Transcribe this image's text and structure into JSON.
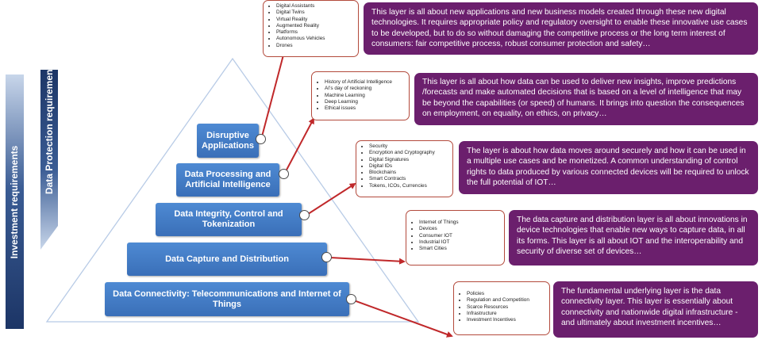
{
  "axes": {
    "investment": "Investment requirements",
    "data_protection": "Data Protection requirements"
  },
  "layers": [
    {
      "label": "Disruptive Applications",
      "items": [
        "Digital Assistants",
        "Digital Twins",
        "Virtual Reality",
        "Augmented Reality",
        "Platforms",
        "Autonomous Vehicles",
        "Drones"
      ],
      "description": "This layer is all about new applications and new business models created through these new digital technologies. It requires appropriate policy and regulatory oversight to enable these innovative use cases to be developed, but to do so without damaging the competitive process or the long term interest of consumers: fair competitive process, robust consumer protection and safety…"
    },
    {
      "label": "Data Processing and Artificial Intelligence",
      "items": [
        "History of Artificial Intelligence",
        "AI’s day of reckoning",
        "Machine Learning",
        "Deep Learning",
        "Ethical issues"
      ],
      "description": "This layer is all about how data can be used to deliver new insights, improve predictions /forecasts and make automated decisions that is based on a level of intelligence that may be beyond the capabilities (or speed) of humans. It brings into question the consequences on employment, on equality, on ethics, on privacy…"
    },
    {
      "label": "Data Integrity, Control and Tokenization",
      "items": [
        "Security",
        "Encryption and Cryptography",
        "Digital Signatures",
        "Digital IDs",
        "Blockchains",
        "Smart Contracts",
        "Tokens, ICOs, Currencies"
      ],
      "description": "The layer is about how data moves around securely and how it can be used in a multiple use cases and be monetized. A common understanding of control rights to data produced by various connected devices will be required to unlock the full potential of IOT…"
    },
    {
      "label": "Data Capture and Distribution",
      "items": [
        "Internet of Things",
        "Devices",
        "Consumer IOT",
        "Industrial IOT",
        "Smart Cities"
      ],
      "description": "The data capture and distribution layer is all about innovations in device technologies that enable new ways to capture data, in all its forms. This layer is all about IOT and the interoperability and security of diverse set of devices…"
    },
    {
      "label": "Data Connectivity: Telecommunications and Internet of Things",
      "items": [
        "Policies",
        "Regulation and Competition",
        "Scarce Resources",
        "Infrastructure",
        "Investment Incentives"
      ],
      "description": "The fundamental underlying layer is the data connectivity layer. This layer is essentially about connectivity and nationwide digital infrastructure - and ultimately about investment incentives…"
    }
  ],
  "colors": {
    "layer_blue": "#3f78c2",
    "description_purple": "#6b1f6d",
    "connector_red": "#c0282a",
    "axis_navy": "#243f74"
  }
}
